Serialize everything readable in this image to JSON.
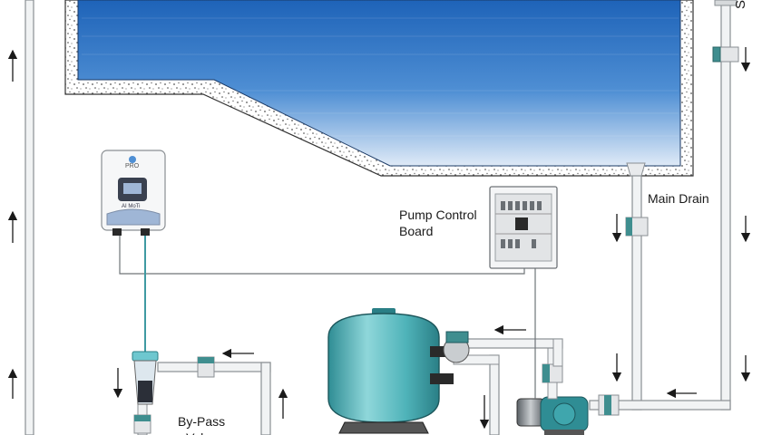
{
  "labels": {
    "skimmer": "Sk",
    "main_drain": "Main Drain",
    "pump_control_board": "Pump Control\nBoard",
    "bypass_valve": "By-Pass\nValve",
    "device_brand": "PRO",
    "device_name": "AI MoTi"
  },
  "colors": {
    "pipe_fill": "#f1f3f4",
    "pipe_edge": "#8a8f93",
    "valve_teal": "#3f8e8f",
    "tank_teal": "#4fb3b9",
    "water_dark": "#1565c0",
    "water_light": "#dbe9f7",
    "wire": "#6f7478",
    "arrow": "#1a1a1a"
  }
}
